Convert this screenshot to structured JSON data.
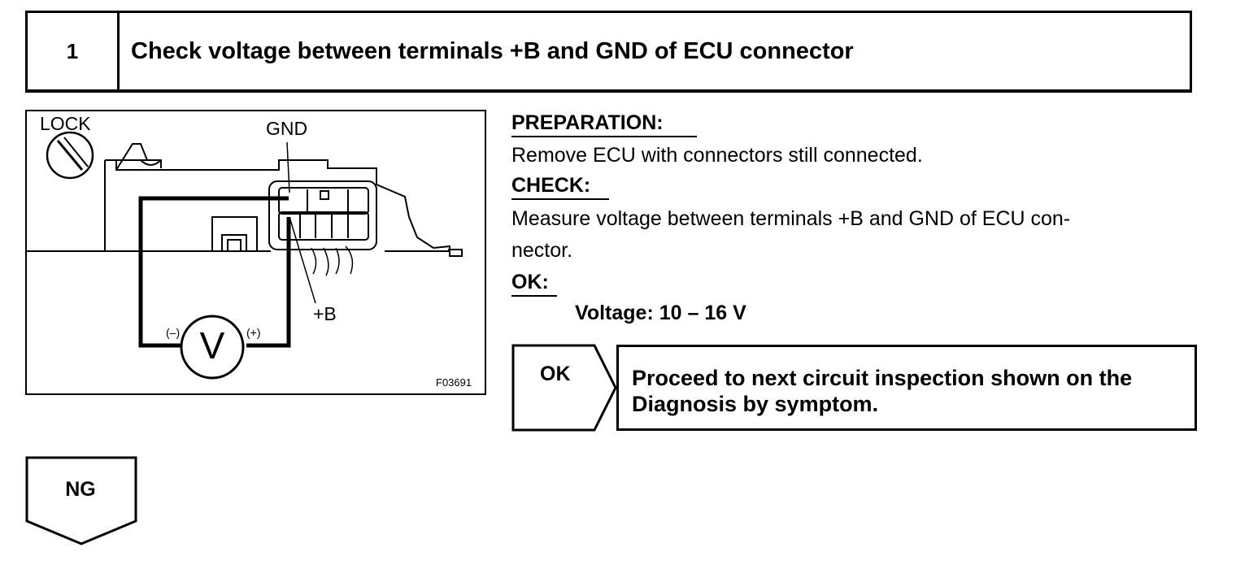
{
  "step": {
    "number": "1",
    "title": "Check voltage between terminals +B and GND of ECU connector"
  },
  "figure": {
    "label_lock": "LOCK",
    "label_gnd": "GND",
    "label_b": "+B",
    "meter_symbol": "V",
    "meter_minus": "(–)",
    "meter_plus": "(+)",
    "figure_code": "F03691"
  },
  "instructions": {
    "preparation_heading": "PREPARATION:",
    "preparation_text": "Remove ECU with connectors still connected.",
    "check_heading": "CHECK:",
    "check_text_line1": "Measure voltage between terminals +B and GND of ECU con-",
    "check_text_line2": "nector.",
    "ok_heading": "OK:",
    "spec": "Voltage: 10 – 16 V"
  },
  "result_ok": {
    "tab_label": "OK",
    "action_line1": "Proceed to next circuit inspection shown on the",
    "action_line2": "Diagnosis by symptom."
  },
  "result_ng": {
    "tab_label": "NG"
  }
}
